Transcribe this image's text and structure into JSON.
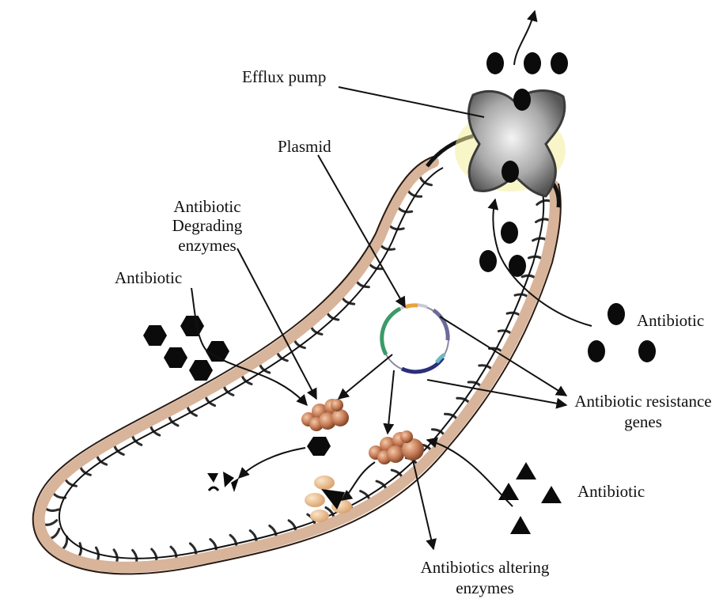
{
  "labels": {
    "efflux_pump": "Efflux pump",
    "plasmid": "Plasmid",
    "degrading_line1": "Antibiotic",
    "degrading_line2": "Degrading",
    "degrading_line3": "enzymes",
    "antibiotic_hexagons": "Antibiotic",
    "antibiotic_circles": "Antibiotic",
    "resistance_line1": "Antibiotic resistance",
    "resistance_line2": "genes",
    "antibiotic_triangles": "Antibiotic",
    "altering_line1": "Antibiotics altering",
    "altering_line2": "enzymes"
  },
  "colors": {
    "outline": "#111111",
    "membrane_tan": "#d8b49a",
    "pump_gray": "#9a9a9a",
    "pump_glow": "#f3ee9c",
    "enzyme_brown": "#c77d58",
    "enzyme_light": "#e9b98a",
    "plasmid_green": "#3a9a6a",
    "plasmid_navy": "#2b2e7a",
    "plasmid_gray": "#8a8aa0",
    "plasmid_orange": "#e8a33a",
    "plasmid_teal": "#6ab8c4"
  }
}
